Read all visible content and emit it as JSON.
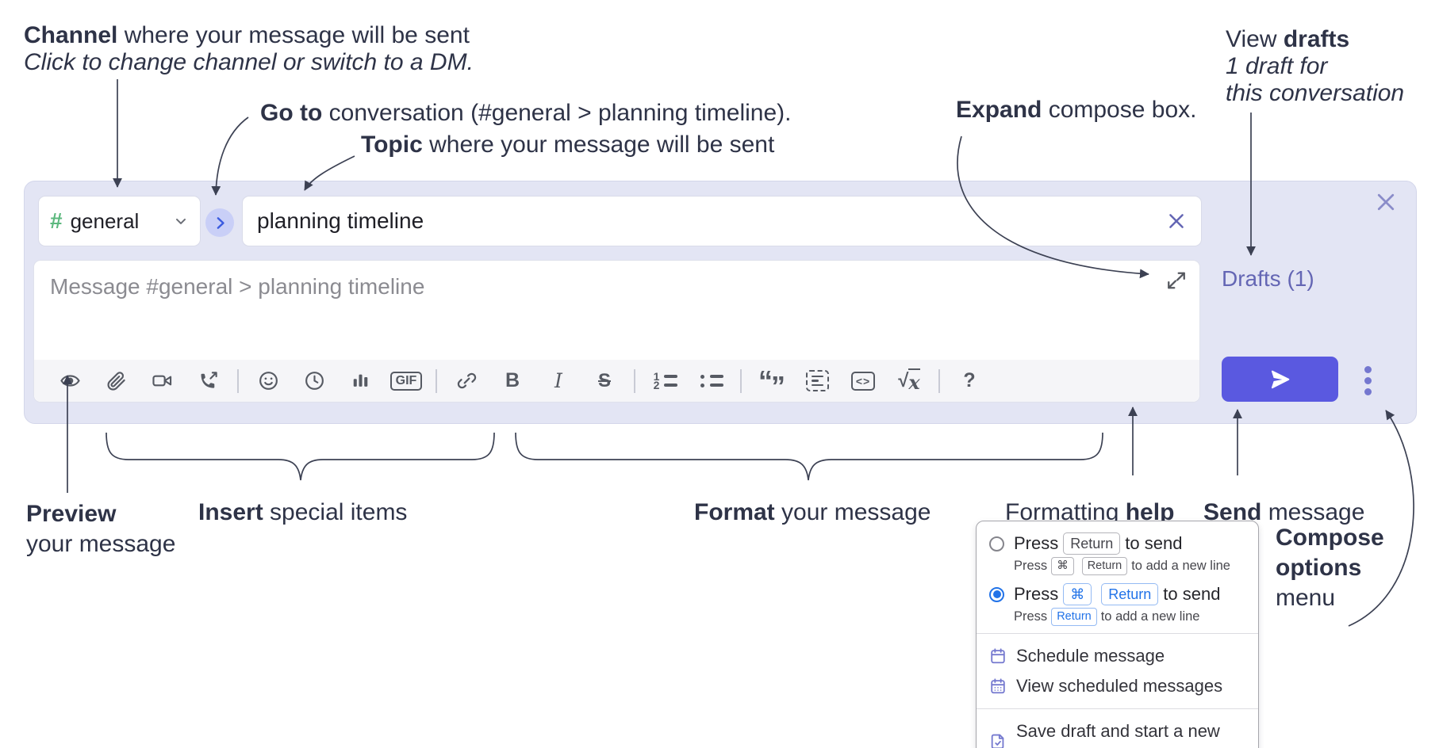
{
  "colors": {
    "panel_bg": "#e3e5f4",
    "accent_send": "#5a59e0",
    "channel_green": "#5cb87e",
    "goto_blue": "#3b5be0",
    "purple_link": "#6466b4",
    "radio_blue": "#2273e8",
    "annotation_ink": "#2e3347"
  },
  "annotations": {
    "channel": {
      "bold": "Channel",
      "rest": " where your message will be sent",
      "line2": "Click to change channel or switch to a DM."
    },
    "goto": {
      "bold": "Go to",
      "rest": " conversation (#general > planning timeline)."
    },
    "topic": {
      "bold": "Topic",
      "rest": " where your message will be sent"
    },
    "expand": {
      "bold": "Expand",
      "rest": " compose box."
    },
    "drafts": {
      "line1_pre": "View ",
      "line1_bold": "drafts",
      "line2": "1 draft for",
      "line3": "this conversation"
    },
    "preview": {
      "bold": "Preview",
      "line2": "your message"
    },
    "insert": {
      "bold": "Insert",
      "rest": " special items"
    },
    "format": {
      "bold": "Format",
      "rest": " your message"
    },
    "help": {
      "pre": "Formatting ",
      "bold": "help"
    },
    "send": {
      "bold": "Send",
      "rest": " message"
    },
    "compose_menu": {
      "line1": "Compose",
      "line2": "options",
      "line3": "menu"
    }
  },
  "composer": {
    "channel_selector": {
      "hash": "#",
      "name": "general"
    },
    "topic_input": {
      "value": "planning timeline",
      "placeholder": ""
    },
    "message_input": {
      "value": "",
      "placeholder": "Message #general > planning timeline"
    },
    "drafts_link": "Drafts (1)",
    "toolbar": {
      "icons": [
        "preview-eye",
        "attach",
        "video-clip",
        "audio-call",
        "emoji",
        "recent",
        "poll",
        "gif",
        "link",
        "bold",
        "italic",
        "strikethrough",
        "ordered-list",
        "bulleted-list",
        "blockquote",
        "code-block",
        "code",
        "formula",
        "formatting-help"
      ],
      "gif_label": "GIF",
      "bold_label": "B",
      "italic_label": "I",
      "strike_label": "S",
      "ol_1": "1",
      "ol_2": "2",
      "quote_open": "“",
      "quote_close": "”",
      "code_label": "<>",
      "sqrt_radical": "√",
      "sqrt_var": "x",
      "help_label": "?"
    }
  },
  "options_menu": {
    "option1": {
      "selected": false,
      "press": "Press",
      "key": "Return",
      "suffix": "to send",
      "sub_press": "Press",
      "sub_key1": "⌘",
      "sub_key2": "Return",
      "sub_suffix": "to add a new line"
    },
    "option2": {
      "selected": true,
      "press": "Press",
      "key1": "⌘",
      "key2": "Return",
      "suffix": "to send",
      "sub_press": "Press",
      "sub_key": "Return",
      "sub_suffix": "to add a new line"
    },
    "items": [
      {
        "label": "Schedule message"
      },
      {
        "label": "View scheduled messages"
      },
      {
        "label": "Save draft and start a new message"
      }
    ]
  }
}
